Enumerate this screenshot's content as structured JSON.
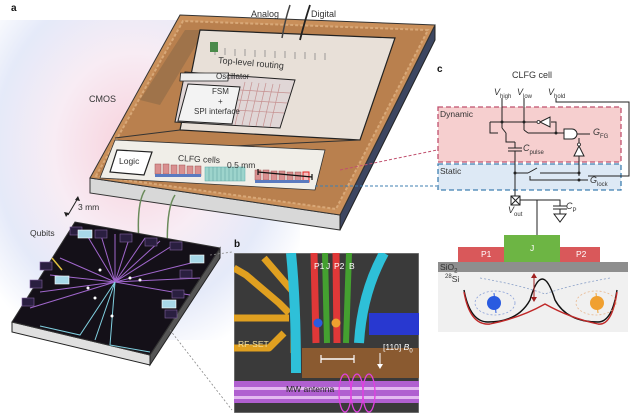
{
  "panels": {
    "a": {
      "label": "a",
      "cmos_label": "CMOS",
      "qubits_label": "Qubits",
      "scale_3mm": "3 mm",
      "scale_05mm": "0.5 mm",
      "wires": [
        "Analog",
        "Digital"
      ],
      "blocks": {
        "top_level_routing": "Top-level routing",
        "oscillator": "Oscillator",
        "fsm_line1": "FSM",
        "fsm_line2": "+",
        "fsm_line3": "SPI interface",
        "logic": "Logic",
        "clfg_cells": "CLFG cells"
      }
    },
    "b": {
      "label": "b",
      "gate_labels": [
        "P1",
        "J",
        "P2",
        "B"
      ],
      "rf_set": "RF-SET",
      "field_dir": "[110]",
      "field_sym": "B",
      "field_sub": "0",
      "mw_antenna": "MW antenna"
    },
    "c": {
      "label": "c",
      "title": "CLFG cell",
      "v_high": "V",
      "v_high_sub": "high",
      "v_low": "V",
      "v_low_sub": "low",
      "v_hold": "V",
      "v_hold_sub": "hold",
      "dynamic": "Dynamic",
      "static": "Static",
      "g_fg": "G",
      "g_fg_sub": "FG",
      "c_pulse": "C",
      "c_pulse_sub": "pulse",
      "g_lock": "G",
      "g_lock_sub": "lock",
      "v_out": "V",
      "v_out_sub": "out",
      "c_p": "C",
      "c_p_sub": "P",
      "gates": [
        "P1",
        "J",
        "P2"
      ],
      "oxide": "SiO",
      "oxide_sub": "2",
      "substrate_sup": "28",
      "substrate": "Si"
    }
  },
  "colors": {
    "dynamic_fill": "#f6cfcf",
    "dynamic_border": "#c0506e",
    "static_fill": "#dde9f5",
    "static_border": "#3f7fb0",
    "plunger": "#d9585a",
    "j_gate": "#6db544",
    "spin_blue": "#2a5be0",
    "spin_orange": "#f0a030"
  }
}
